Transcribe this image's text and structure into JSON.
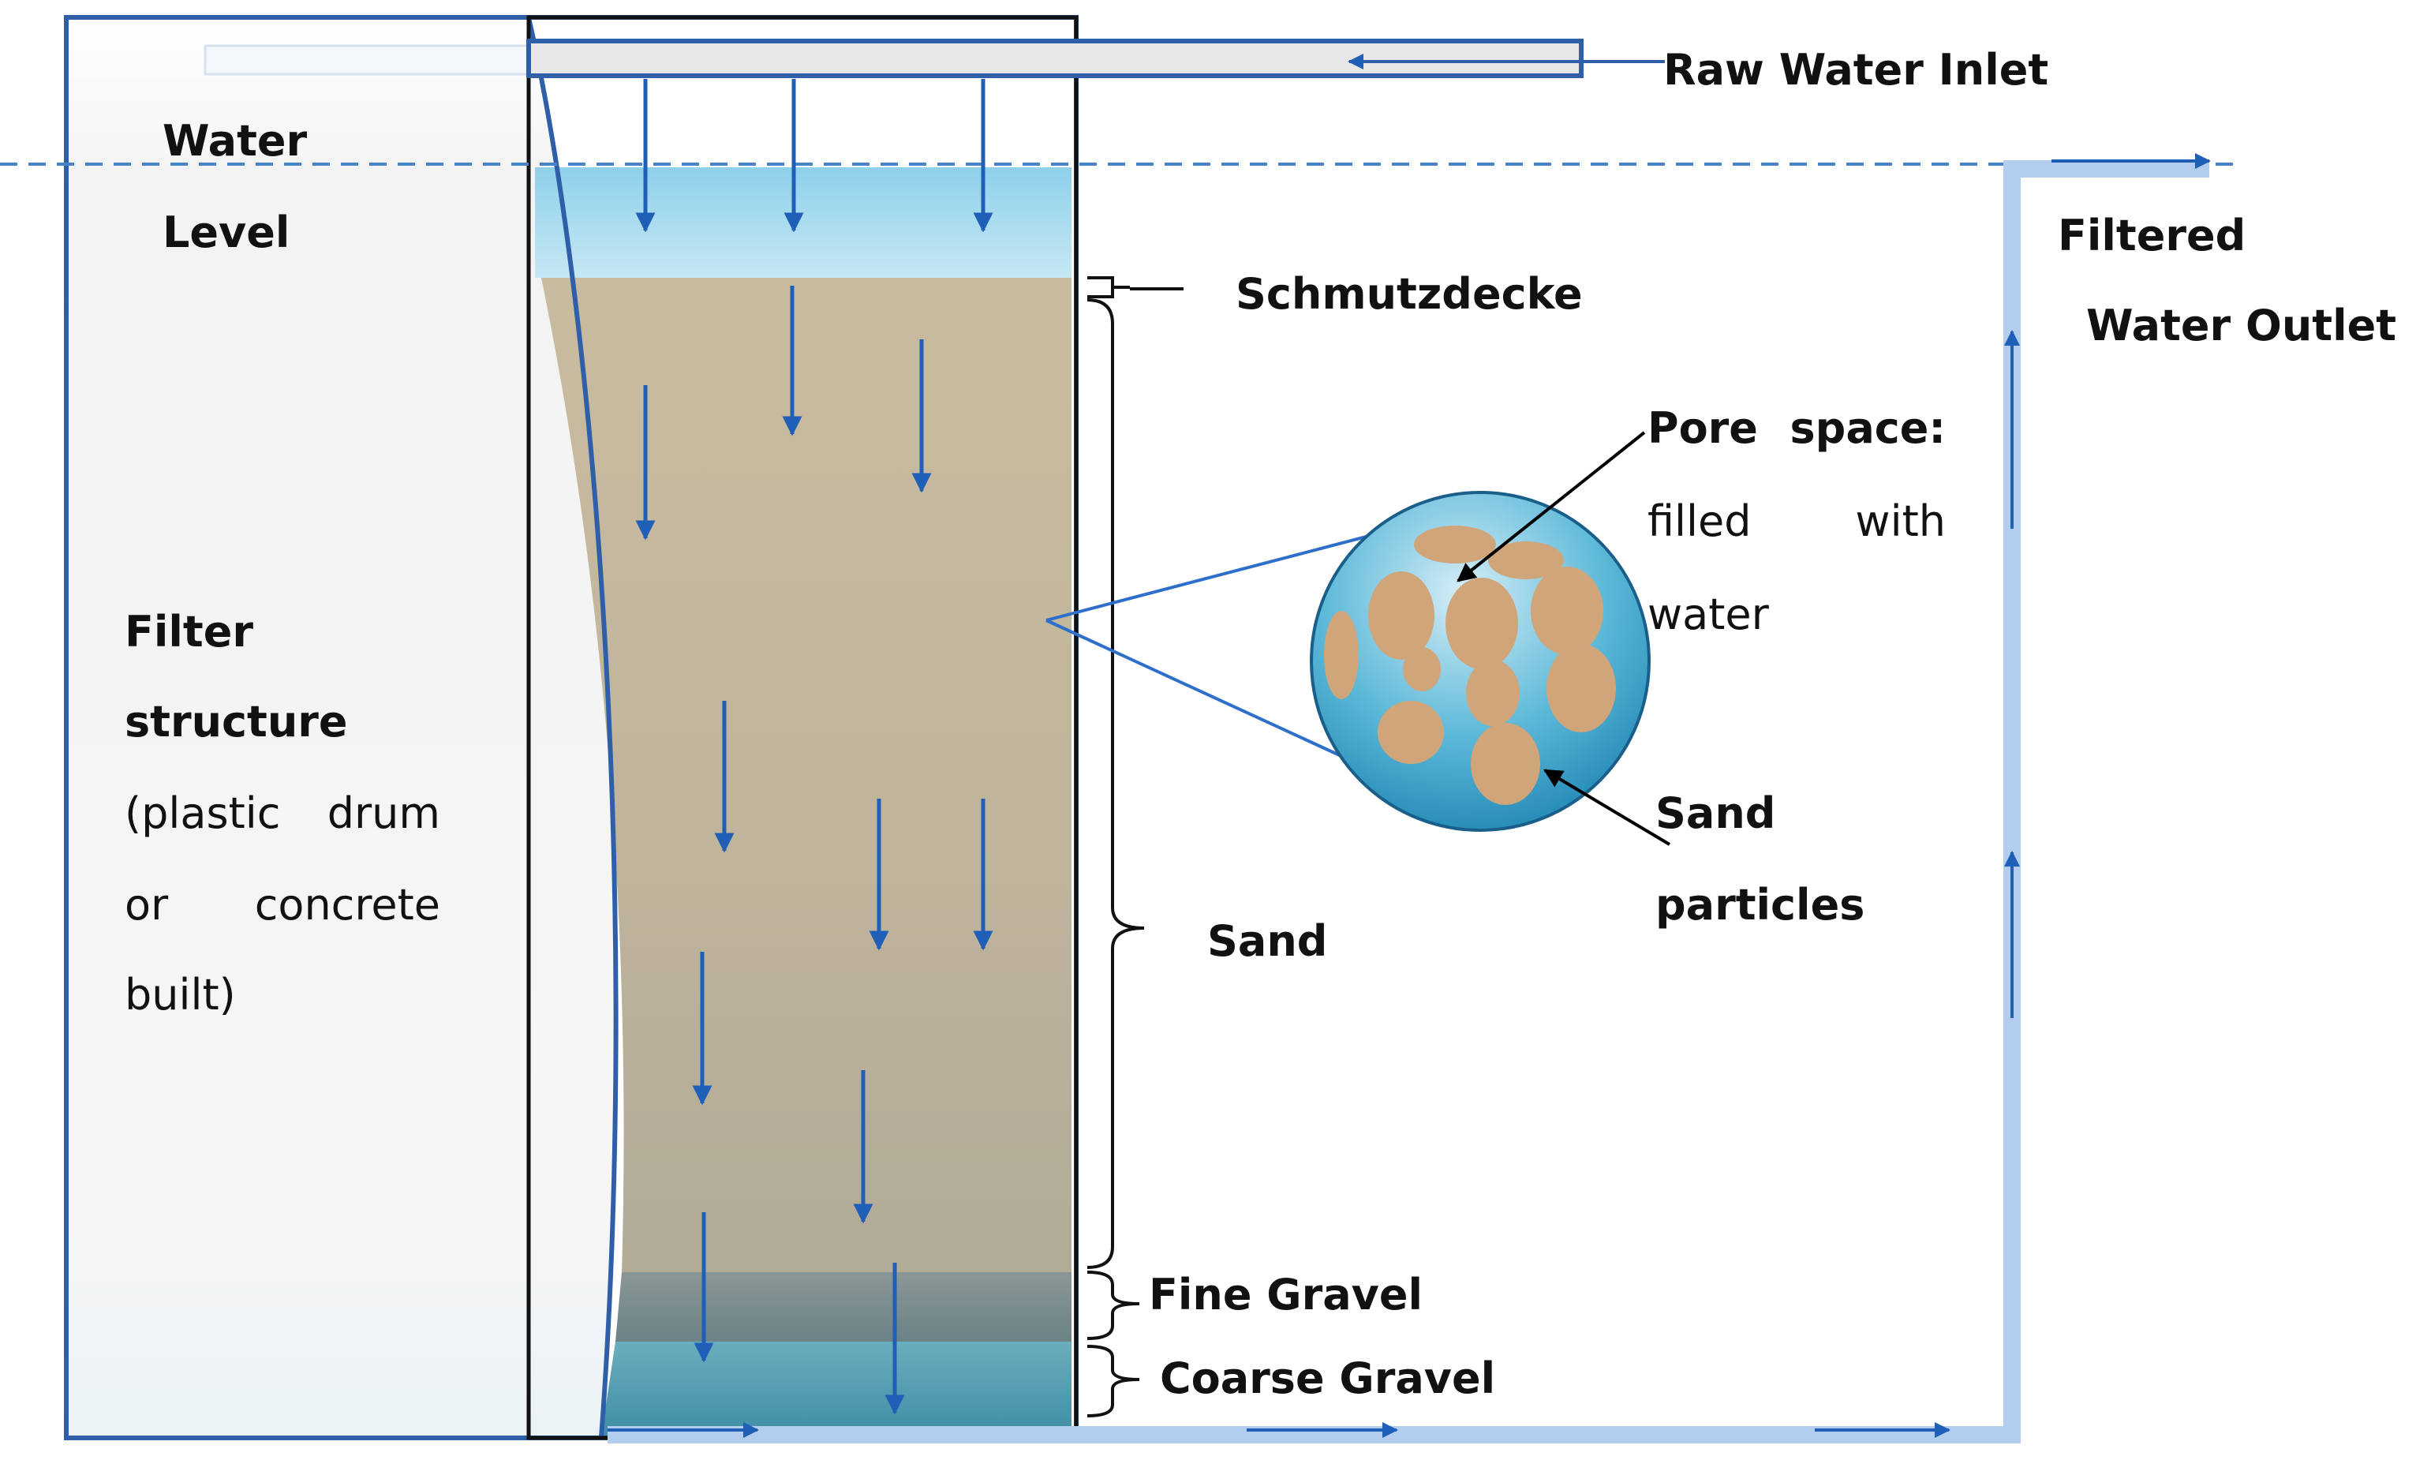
{
  "labels": {
    "raw_water_inlet": "Raw Water Inlet",
    "water_level_line1": "Water",
    "water_level_line2": "Level",
    "schmutzdecke": "Schmutzdecke",
    "filtered_line1": "Filtered",
    "filtered_line2": "Water Outlet",
    "pore_space_word1": "Pore",
    "pore_space_word2": "space:",
    "pore_filled_word1": "filled",
    "pore_filled_word2": "with",
    "pore_water": "water",
    "filter_structure_line1": "Filter",
    "filter_structure_line2": "structure",
    "filter_desc_word1": "(plastic",
    "filter_desc_word2": "drum",
    "filter_desc_word3": "or",
    "filter_desc_word4": "concrete",
    "filter_desc_line4": "built)",
    "sand_particles_line1": "Sand",
    "sand_particles_line2": "particles",
    "sand": "Sand",
    "fine_gravel": "Fine Gravel",
    "coarse_gravel": "Coarse Gravel"
  },
  "colors": {
    "outline_blue": "#2e5fa8",
    "arrow_blue": "#1f5fb8",
    "pipe_blue": "#b3cdee",
    "water": "#a9dcef",
    "sand": "#c3b69c",
    "fine_gravel": "#7c8c8e",
    "coarse_gravel": "#5fa3b5",
    "particle": "#d0a57a",
    "pore_water": "#3aa7cd"
  }
}
